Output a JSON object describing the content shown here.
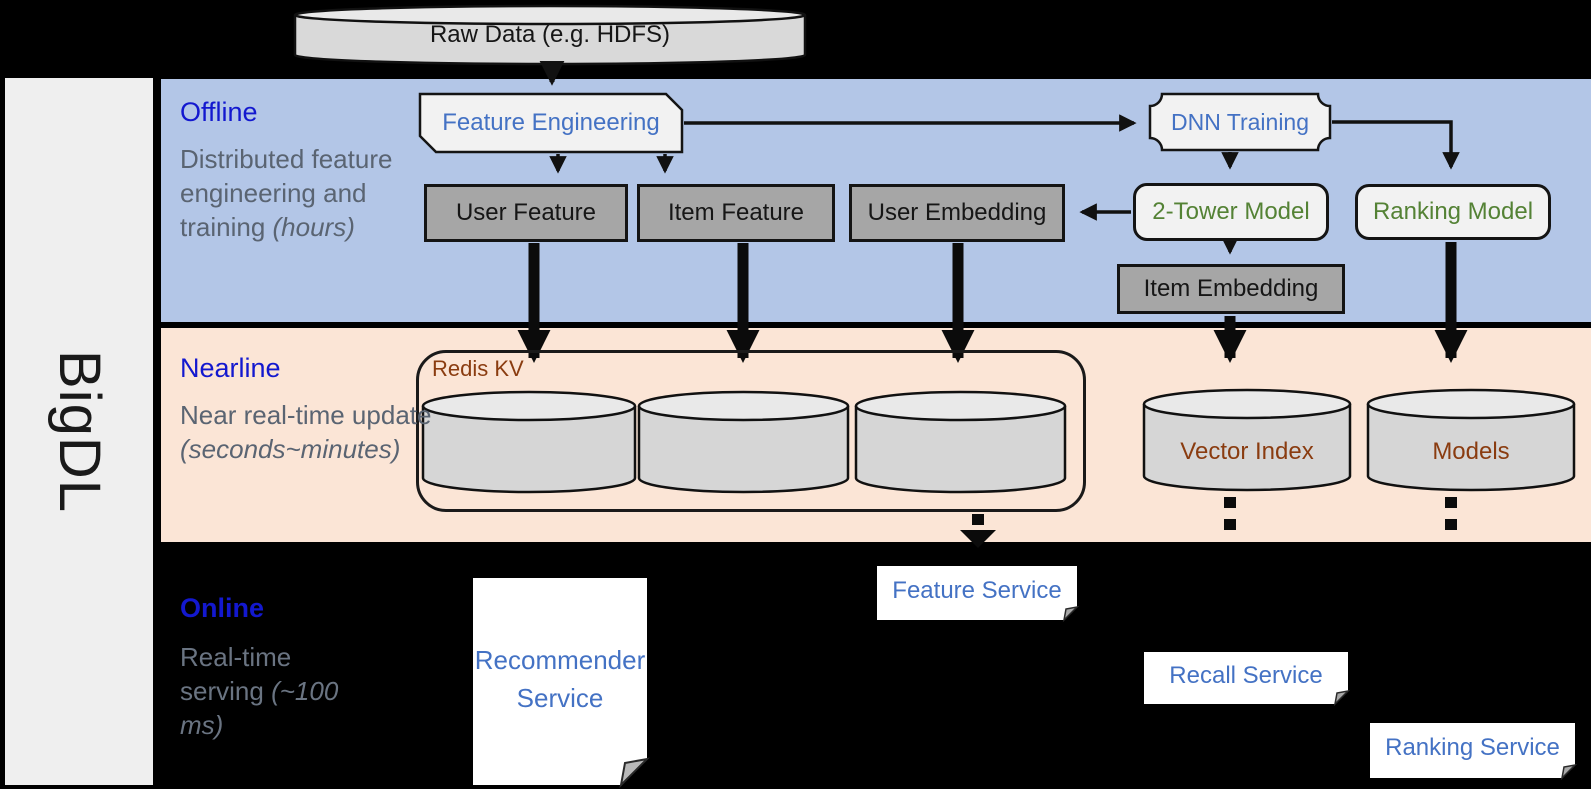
{
  "brand": "BigDL",
  "raw_data_label": "Raw Data (e.g. HDFS)",
  "offline": {
    "title": "Offline",
    "description": "Distributed feature engineering and training",
    "time_note": "(hours)",
    "nodes": {
      "feature_engineering": "Feature Engineering",
      "dnn_training": "DNN Training",
      "user_feature": "User Feature",
      "item_feature": "Item Feature",
      "user_embedding": "User Embedding",
      "two_tower_model": "2-Tower Model",
      "ranking_model": "Ranking Model",
      "item_embedding": "Item Embedding"
    }
  },
  "nearline": {
    "title": "Nearline",
    "description": "Near real-time update",
    "time_note": "(seconds~minutes)",
    "nodes": {
      "redis_kv": "Redis KV",
      "vector_index": "Vector Index",
      "models": "Models"
    }
  },
  "online": {
    "title": "Online",
    "description": "Real-time serving",
    "time_note": "(~100 ms)",
    "nodes": {
      "recommender_service": "Recommender Service",
      "feature_service": "Feature Service",
      "recall_service": "Recall Service",
      "ranking_service": "Ranking Service"
    }
  },
  "palette": {
    "offline_band": "#b3c6e7",
    "nearline_band": "#fbe5d6",
    "online_band": "#000000",
    "sidebar_fill": "#efefef",
    "section_title_blue": "#1318cf",
    "node_text_blue": "#4472c4",
    "model_text_green": "#548235",
    "storage_text_brown": "#8a3c10",
    "gray_box_fill": "#a6a6a6",
    "light_shape_fill": "#f2f2f2",
    "cylinder_fill": "#d6d6d6",
    "description_gray": "#5a6472"
  }
}
